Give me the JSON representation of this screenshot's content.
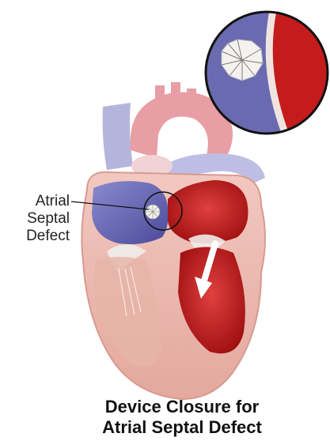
{
  "labels": {
    "defect": [
      "Atrial",
      "Septal",
      "Defect"
    ]
  },
  "title": {
    "line1": "Device Closure for",
    "line2": "Atrial Septal Defect"
  },
  "colors": {
    "deoxygenated": "#6a6ab0",
    "oxygenated": "#c41c1c",
    "tissue": "#e9b6ae",
    "device": "#f4f2ef",
    "outline": "#111111"
  }
}
